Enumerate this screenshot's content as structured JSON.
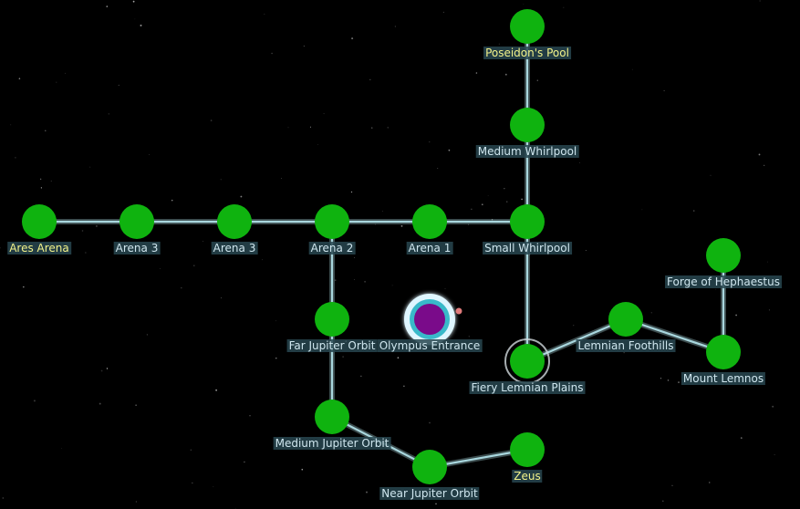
{
  "colors": {
    "node": "#0fb30f",
    "link": "#a9d7de",
    "label_bg": "#284650",
    "label_text": "#cfe6ee",
    "label_highlight": "#f2f28a",
    "current_core": "#7a0b8a",
    "current_ring": "#dff6ff"
  },
  "nodes": [
    {
      "id": "poseidons-pool",
      "label": "Poseidon's Pool",
      "highlight": true
    },
    {
      "id": "medium-whirlpool",
      "label": "Medium Whirlpool",
      "highlight": false
    },
    {
      "id": "ares-arena",
      "label": "Ares Arena",
      "highlight": true
    },
    {
      "id": "arena-3-a",
      "label": "Arena 3",
      "highlight": false
    },
    {
      "id": "arena-3-b",
      "label": "Arena 3",
      "highlight": false
    },
    {
      "id": "arena-2",
      "label": "Arena 2",
      "highlight": false
    },
    {
      "id": "arena-1",
      "label": "Arena 1",
      "highlight": false
    },
    {
      "id": "small-whirlpool",
      "label": "Small Whirlpool",
      "highlight": false
    },
    {
      "id": "forge-of-hephaestus",
      "label": "Forge of Hephaestus",
      "highlight": false
    },
    {
      "id": "far-jupiter-orbit",
      "label": "Far Jupiter Orbit",
      "highlight": false
    },
    {
      "id": "olympus-entrance",
      "label": "Olympus Entrance",
      "highlight": false,
      "current": true
    },
    {
      "id": "lemnian-foothills",
      "label": "Lemnian Foothills",
      "highlight": false
    },
    {
      "id": "mount-lemnos",
      "label": "Mount Lemnos",
      "highlight": false
    },
    {
      "id": "fiery-lemnian-plains",
      "label": "Fiery Lemnian Plains",
      "highlight": false,
      "ringed": true
    },
    {
      "id": "medium-jupiter-orbit",
      "label": "Medium Jupiter Orbit",
      "highlight": false
    },
    {
      "id": "zeus",
      "label": "Zeus",
      "highlight": true
    },
    {
      "id": "near-jupiter-orbit",
      "label": "Near Jupiter Orbit",
      "highlight": false
    }
  ],
  "links": [
    [
      "poseidons-pool",
      "medium-whirlpool"
    ],
    [
      "medium-whirlpool",
      "small-whirlpool"
    ],
    [
      "ares-arena",
      "arena-3-a"
    ],
    [
      "arena-3-a",
      "arena-3-b"
    ],
    [
      "arena-3-b",
      "arena-2"
    ],
    [
      "arena-2",
      "arena-1"
    ],
    [
      "arena-1",
      "small-whirlpool"
    ],
    [
      "small-whirlpool",
      "fiery-lemnian-plains"
    ],
    [
      "fiery-lemnian-plains",
      "lemnian-foothills"
    ],
    [
      "lemnian-foothills",
      "mount-lemnos"
    ],
    [
      "forge-of-hephaestus",
      "mount-lemnos"
    ],
    [
      "arena-2",
      "far-jupiter-orbit"
    ],
    [
      "far-jupiter-orbit",
      "medium-jupiter-orbit"
    ],
    [
      "medium-jupiter-orbit",
      "near-jupiter-orbit"
    ],
    [
      "near-jupiter-orbit",
      "zeus"
    ]
  ]
}
